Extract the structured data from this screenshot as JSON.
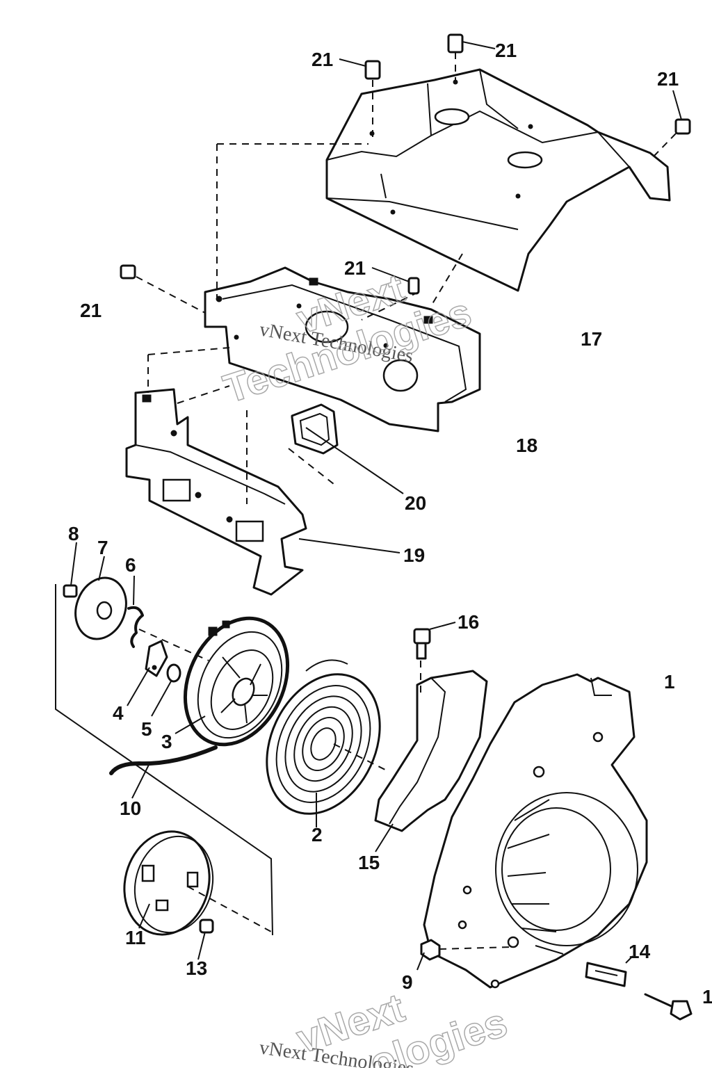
{
  "callouts": {
    "c1a": "1",
    "c1b": "1",
    "c2": "2",
    "c3": "3",
    "c4": "4",
    "c5": "5",
    "c6": "6",
    "c7": "7",
    "c8": "8",
    "c9": "9",
    "c10": "10",
    "c11": "11",
    "c13": "13",
    "c14": "14",
    "c15": "15",
    "c16": "16",
    "c17": "17",
    "c18": "18",
    "c19": "19",
    "c20": "20",
    "c21a": "21",
    "c21b": "21",
    "c21c": "21",
    "c21d": "21",
    "c21e": "21"
  },
  "watermark": {
    "small_text": "vNext Technologies",
    "big_line1": "vNext",
    "big_line2": "Technologies",
    "bottom_small": "vNext Technologies",
    "bottom_big1": "vNext",
    "bottom_big2": "ologies"
  }
}
